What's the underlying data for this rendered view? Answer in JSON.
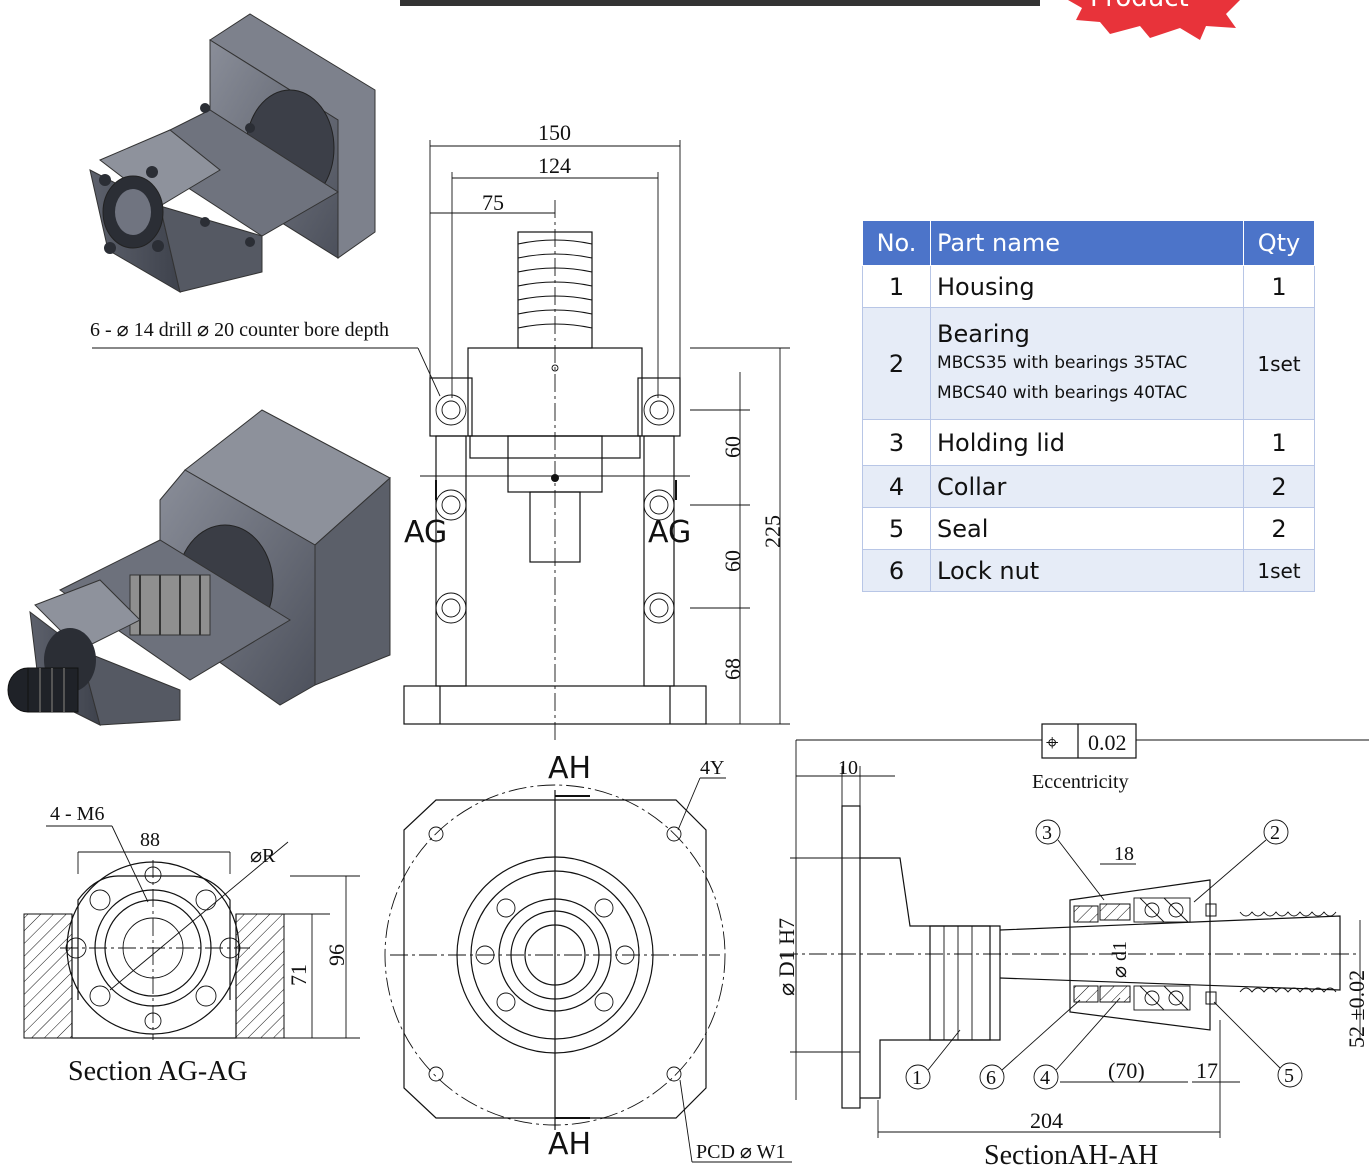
{
  "header": {
    "product_badge": "Product"
  },
  "table": {
    "headers": {
      "no": "No.",
      "name": "Part name",
      "qty": "Qty"
    },
    "rows": [
      {
        "no": "1",
        "name": "Housing",
        "qty": "1"
      },
      {
        "no": "2",
        "name": "Bearing",
        "lines": [
          "MBCS35 with bearings 35TAC",
          "MBCS40 with bearings 40TAC"
        ],
        "qty": "1set"
      },
      {
        "no": "3",
        "name": "Holding lid",
        "qty": "1"
      },
      {
        "no": "4",
        "name": "Collar",
        "qty": "2"
      },
      {
        "no": "5",
        "name": "Seal",
        "qty": "2"
      },
      {
        "no": "6",
        "name": "Lock nut",
        "qty": "1set"
      }
    ]
  },
  "front_view": {
    "dims": {
      "overall_width": "150",
      "bolt_span": "124",
      "half": "75",
      "pitch1": "60",
      "pitch2": "60",
      "bottom": "68",
      "height": "225"
    },
    "hole_note": "6 - ⌀ 14 drill ⌀ 20 counter bore depth",
    "section_marks": [
      "AG",
      "AG"
    ]
  },
  "section_ag": {
    "caption": "Section AG-AG",
    "thread_note": "4 - M6",
    "width": "88",
    "radius": "⌀R",
    "h_inner": "71",
    "h_outer": "96"
  },
  "end_view": {
    "section_marks": [
      "AH",
      "AH"
    ],
    "corner_note": "4Y",
    "pcd_note": "PCD ⌀ W1"
  },
  "section_ah": {
    "caption": "SectionAH-AH",
    "tolerance_symbol": "⌖",
    "tolerance_value": "0.02",
    "tolerance_label": "Eccentricity",
    "flange_thk": "10",
    "bore_fit": "⌀ D1 H7",
    "shaft_dia": "⌀ d1",
    "bearing_w": "18",
    "span": "(70)",
    "end_len": "17",
    "overall_len": "204",
    "seal_fit": "52 ±0.02",
    "balloons": [
      "1",
      "2",
      "3",
      "4",
      "5",
      "6"
    ]
  },
  "colors": {
    "table_header": "#4c74c9",
    "table_stripe": "#e6ecf7",
    "badge": "#e8333a",
    "render_gray": "#5b5f6b"
  }
}
